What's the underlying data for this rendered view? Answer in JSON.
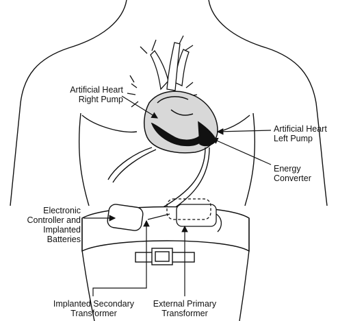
{
  "labels": {
    "right_pump": [
      "Artificial Heart",
      "Right Pump"
    ],
    "left_pump": [
      "Artificial Heart",
      "Left Pump"
    ],
    "energy_converter": [
      "Energy",
      "Converter"
    ],
    "controller": [
      "Electronic",
      "Controller and",
      "Implanted",
      "Batteries"
    ],
    "secondary_transformer": [
      "Implanted Secondary",
      "Transformer"
    ],
    "primary_transformer": [
      "External Primary",
      "Transformer"
    ]
  }
}
